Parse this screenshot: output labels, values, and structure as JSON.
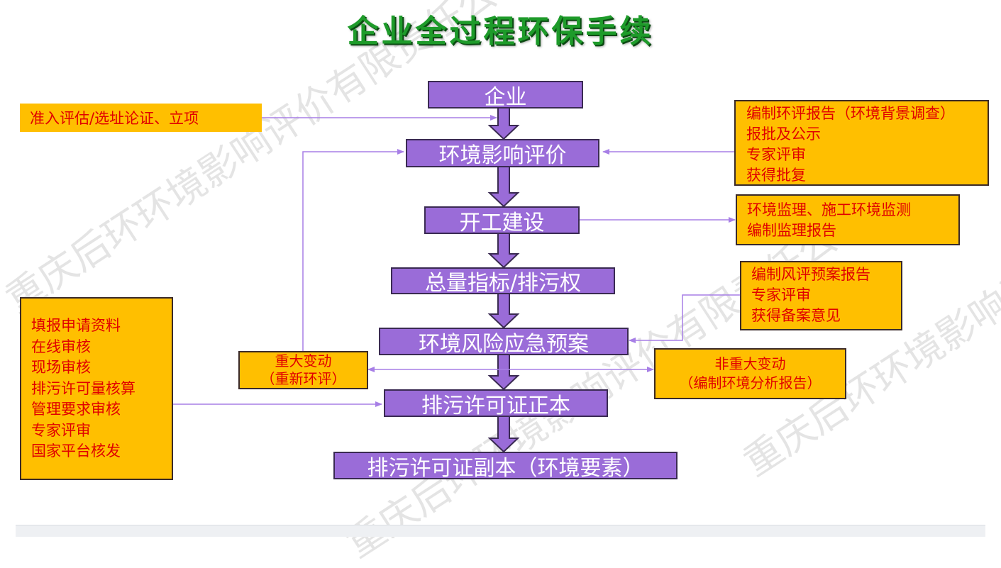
{
  "title": "企业全过程环保手续",
  "watermark": "重庆后环环境影响评价有限责任公司",
  "flow": [
    "企业",
    "环境影响评价",
    "开工建设",
    "总量指标/排污权",
    "环境风险应急预案",
    "排污许可证正本",
    "排污许可证副本（环境要素）"
  ],
  "side_notes": {
    "access": "准入评估/选址论证、立项",
    "eia": [
      "编制环评报告（环境背景调查）",
      "报批及公示",
      "专家评审",
      "获得批复"
    ],
    "construction": [
      "环境监理、施工环境监测",
      "编制监理报告"
    ],
    "risk": [
      "编制风评预案报告",
      "专家评审",
      "获得备案意见"
    ],
    "major_change": [
      "重大变动",
      "（重新环评）"
    ],
    "minor_change": [
      "非重大变动",
      "（编制环境分析报告）"
    ],
    "permit_steps": [
      "填报申请资料",
      "在线审核",
      "现场审核",
      "排污许可量核算",
      "管理要求审核",
      "专家评审",
      "国家平台核发"
    ]
  },
  "colors": {
    "process_box": "#9a6cd8",
    "note_box": "#ffbf00",
    "note_text": "#e00000",
    "connector": "#a77fe6",
    "title": "#1e9b2a"
  }
}
